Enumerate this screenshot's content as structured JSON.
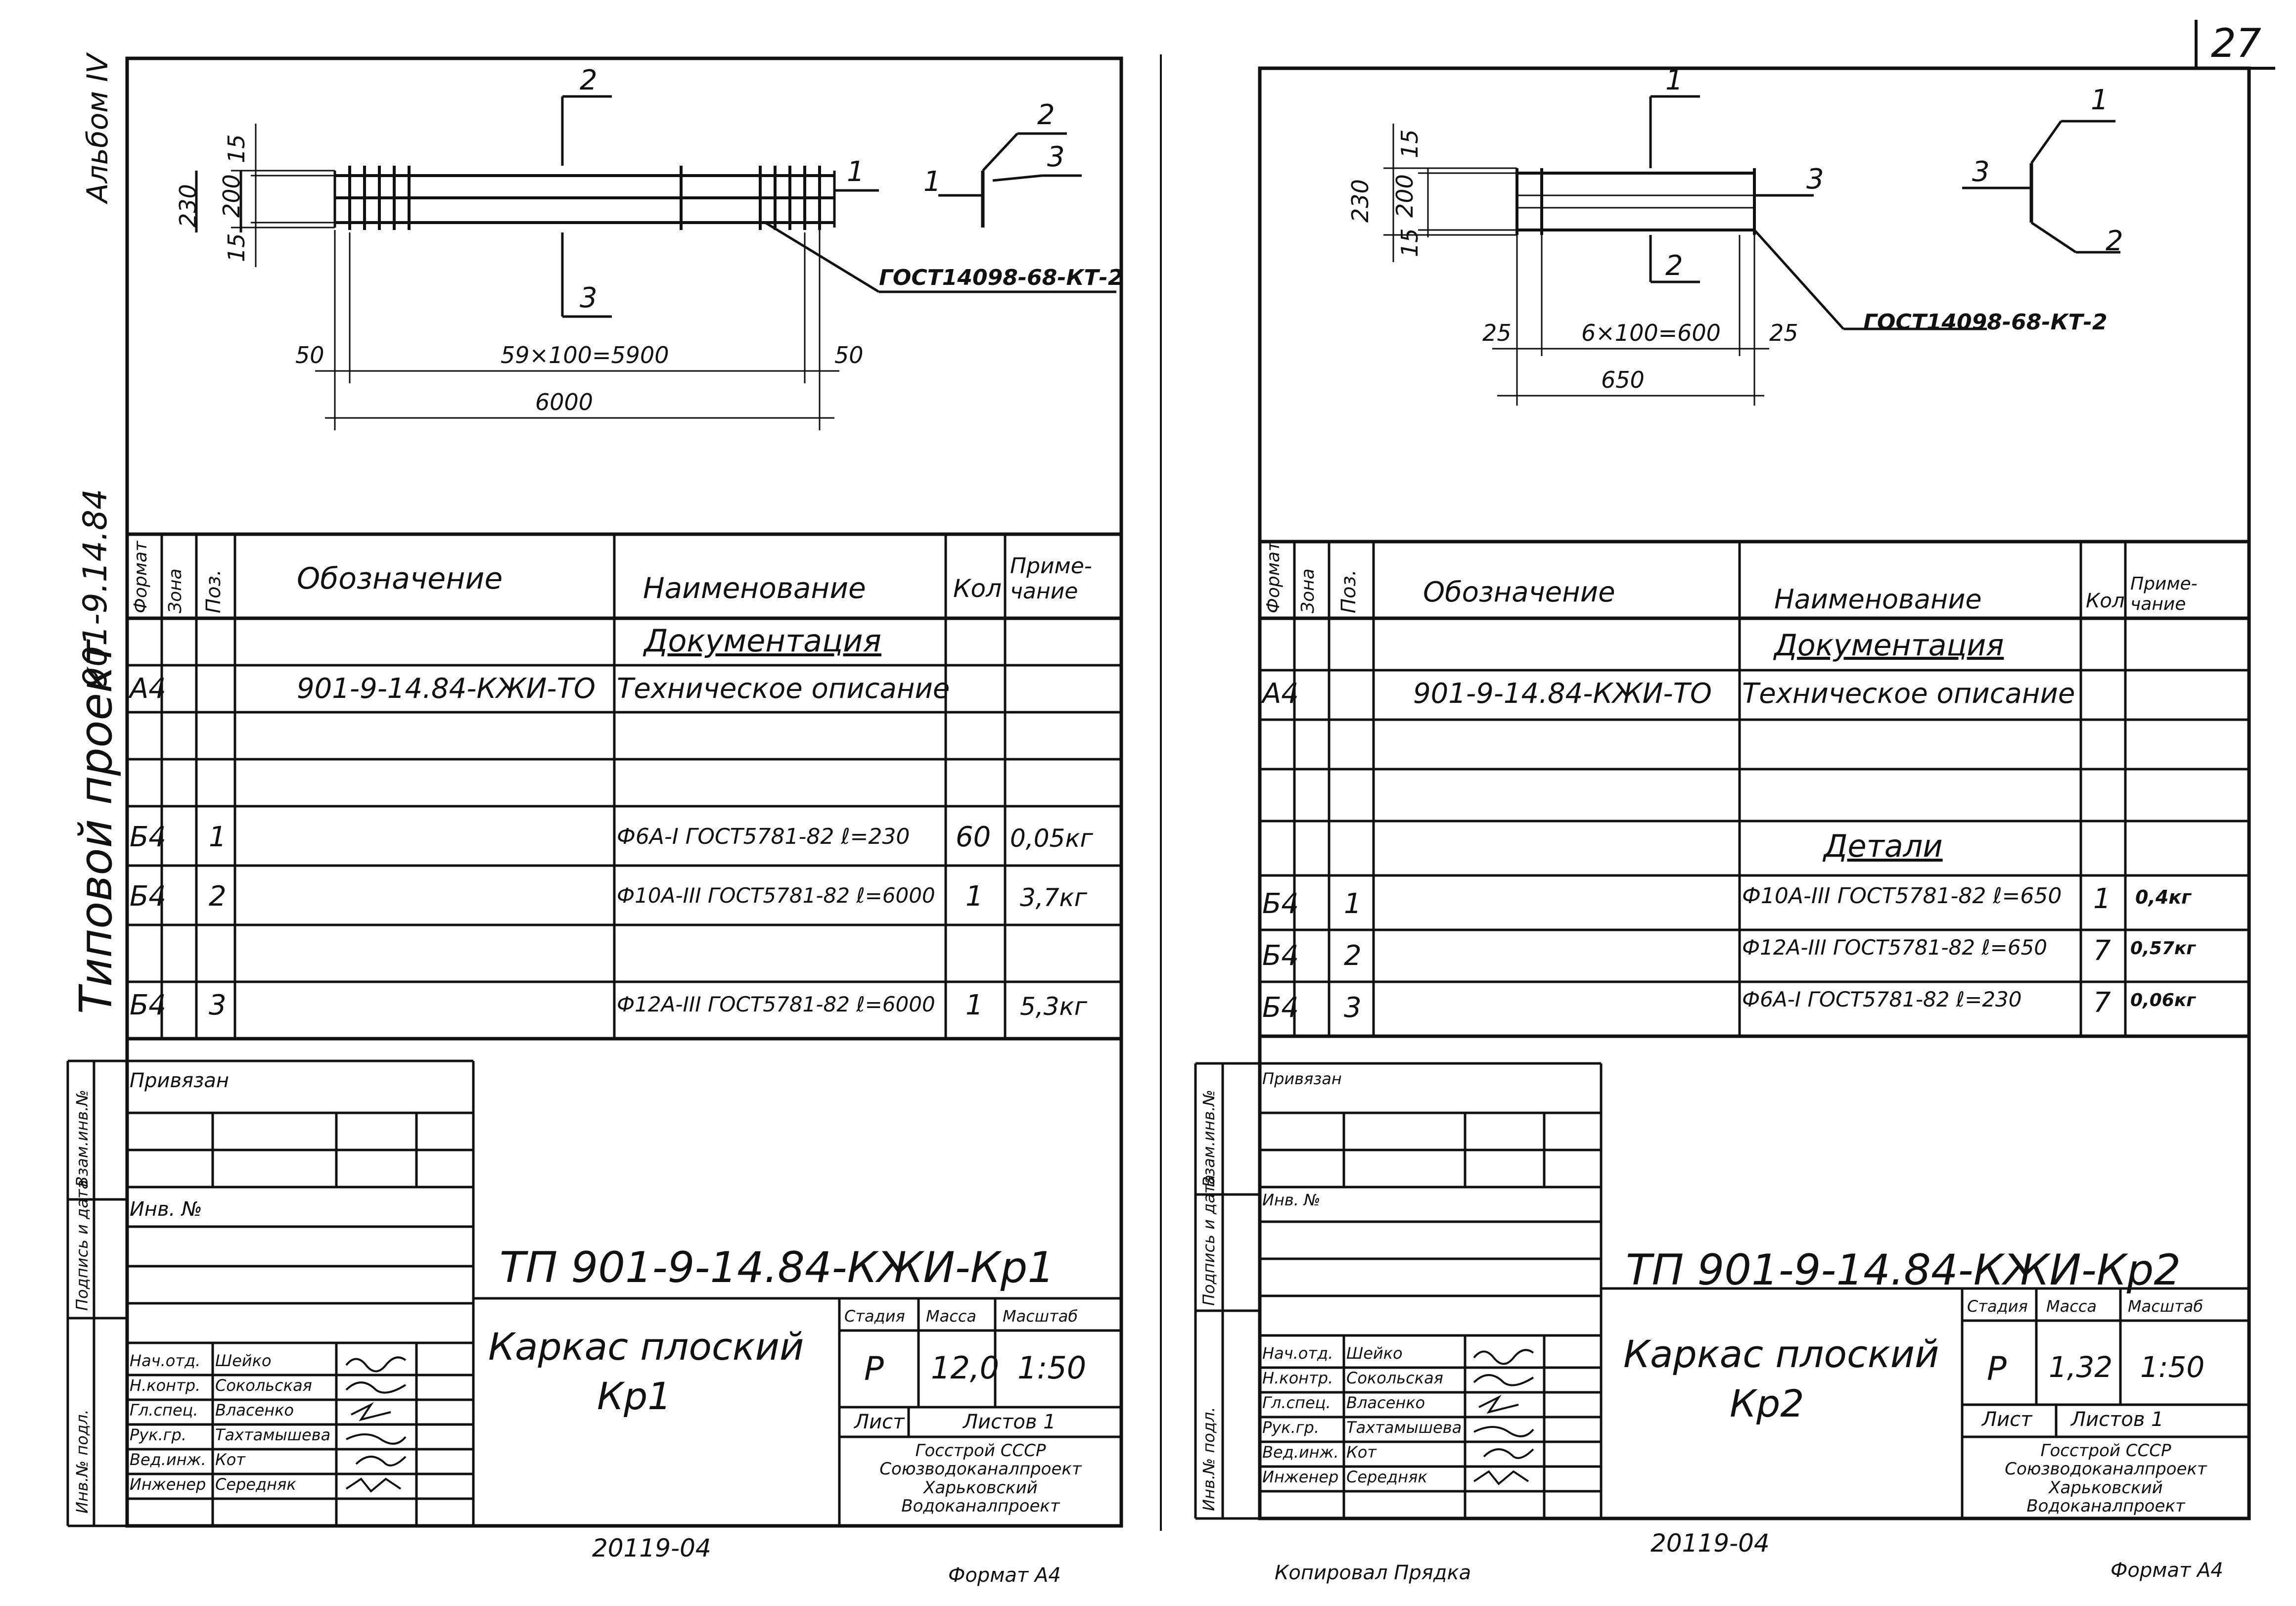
{
  "page_number": "27",
  "side_labels": {
    "album": "Альбом IV",
    "project_code": "901-9.14.84",
    "project_title": "Типовой проект"
  },
  "table_headers": {
    "format": "Формат",
    "zone": "Зона",
    "pos": "Поз.",
    "designation": "Обозначение",
    "name": "Наименование",
    "qty": "Кол",
    "note": "Приме-\nчание"
  },
  "stamp_labels": {
    "privyazan": "Привязан",
    "inv_no": "Инв. №",
    "vzam_inv": "Взам.инв.№",
    "podpis_data": "Подпись и дата",
    "inv_podl": "Инв.№ подл.",
    "stadiya": "Стадия",
    "massa": "Масса",
    "masshtab": "Масштаб",
    "list": "Лист",
    "listov": "Листов 1"
  },
  "personnel": [
    {
      "role": "Нач.отд.",
      "name": "Шейко"
    },
    {
      "role": "Н.контр.",
      "name": "Сокольская"
    },
    {
      "role": "Гл.спец.",
      "name": "Власенко"
    },
    {
      "role": "Рук.гр.",
      "name": "Тахтамышева"
    },
    {
      "role": "Вед.инж.",
      "name": "Кот"
    },
    {
      "role": "Инженер",
      "name": "Середняк"
    }
  ],
  "organization": [
    "Госстрой СССР",
    "Союзводоканалпроект",
    "Харьковский",
    "Водоканалпроект"
  ],
  "left_sheet": {
    "drawing": {
      "labels": {
        "p1": "1",
        "p2": "2",
        "p3": "3"
      },
      "gost": "ГОСТ14098-68-КТ-2",
      "dims": {
        "h_total": "230",
        "h_mid": "200",
        "h_top": "15",
        "h_bot": "15",
        "left_off": "50",
        "right_off": "50",
        "span": "59×100=5900",
        "total": "6000"
      }
    },
    "rows": [
      {
        "format": "",
        "zone": "",
        "pos": "",
        "designation": "",
        "name": "Документация",
        "qty": "",
        "note": ""
      },
      {
        "format": "А4",
        "zone": "",
        "pos": "",
        "designation": "901-9-14.84-КЖИ-ТО",
        "name": "Техническое описание",
        "qty": "",
        "note": ""
      },
      {
        "format": "",
        "zone": "",
        "pos": "",
        "designation": "",
        "name": "",
        "qty": "",
        "note": ""
      },
      {
        "format": "",
        "zone": "",
        "pos": "",
        "designation": "",
        "name": "",
        "qty": "",
        "note": ""
      },
      {
        "format": "",
        "zone": "",
        "pos": "",
        "designation": "",
        "name": "",
        "qty": "",
        "note": ""
      },
      {
        "format": "Б4",
        "zone": "",
        "pos": "1",
        "designation": "",
        "name": "Ф6А-I ГОСТ5781-82 ℓ=230",
        "qty": "60",
        "note": "0,05кг"
      },
      {
        "format": "Б4",
        "zone": "",
        "pos": "2",
        "designation": "",
        "name": "Ф10А-III ГОСТ5781-82 ℓ=6000",
        "qty": "1",
        "note": "3,7кг"
      },
      {
        "format": "Б4",
        "zone": "",
        "pos": "3",
        "designation": "",
        "name": "Ф12А-III ГОСТ5781-82 ℓ=6000",
        "qty": "1",
        "note": "5,3кг"
      }
    ],
    "doc_code": "ТП 901-9-14.84-КЖИ-Кр1",
    "title": [
      "Каркас плоский",
      "Кр1"
    ],
    "stage": "Р",
    "mass": "12,0",
    "scale": "1:50",
    "inventory": "20119-04",
    "format_note": "Формат А4"
  },
  "right_sheet": {
    "drawing": {
      "labels": {
        "p1": "1",
        "p2": "2",
        "p3": "3"
      },
      "gost": "ГОСТ14098-68-КТ-2",
      "dims": {
        "h_total": "230",
        "h_mid": "200",
        "h_top": "15",
        "h_bot": "15",
        "left_off": "25",
        "right_off": "25",
        "span": "6×100=600",
        "total": "650"
      }
    },
    "rows": [
      {
        "format": "",
        "zone": "",
        "pos": "",
        "designation": "",
        "name": "Документация",
        "qty": "",
        "note": ""
      },
      {
        "format": "А4",
        "zone": "",
        "pos": "",
        "designation": "901-9-14.84-КЖИ-ТО",
        "name": "Техническое описание",
        "qty": "",
        "note": ""
      },
      {
        "format": "",
        "zone": "",
        "pos": "",
        "designation": "",
        "name": "",
        "qty": "",
        "note": ""
      },
      {
        "format": "",
        "zone": "",
        "pos": "",
        "designation": "",
        "name": "",
        "qty": "",
        "note": ""
      },
      {
        "format": "",
        "zone": "",
        "pos": "",
        "designation": "",
        "name": "Детали",
        "qty": "",
        "note": ""
      },
      {
        "format": "Б4",
        "zone": "",
        "pos": "1",
        "designation": "",
        "name": "Ф10А-III ГОСТ5781-82 ℓ=650",
        "qty": "1",
        "note": "0,4кг"
      },
      {
        "format": "Б4",
        "zone": "",
        "pos": "2",
        "designation": "",
        "name": "Ф12А-III ГОСТ5781-82 ℓ=650",
        "qty": "7",
        "note": "0,57кг"
      },
      {
        "format": "Б4",
        "zone": "",
        "pos": "3",
        "designation": "",
        "name": "Ф6А-I ГОСТ5781-82 ℓ=230",
        "qty": "7",
        "note": "0,06кг"
      }
    ],
    "doc_code": "ТП 901-9-14.84-КЖИ-Кр2",
    "title": [
      "Каркас плоский",
      "Кр2"
    ],
    "stage": "Р",
    "mass": "1,32",
    "scale": "1:50",
    "inventory": "20119-04",
    "format_note": "Формат А4"
  },
  "copied_by": "Копировал Прядка"
}
